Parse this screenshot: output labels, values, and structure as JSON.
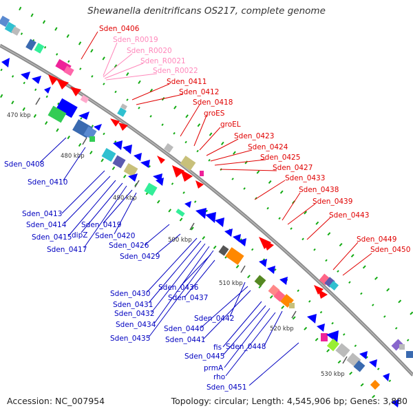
{
  "title": "Shewanella denitrificans OS217, complete genome",
  "accession": "Accession: NC_007954",
  "topology": "Topology: circular; Length: 4,545,906 bp; Genes: 3,880",
  "colors": {
    "backbone": "#8a8a8a",
    "top_genes": "#ff0000",
    "bottom_genes": "#0000ff",
    "top_labels": "#e00000",
    "rna_labels": "#ff88bb",
    "bottom_labels": "#0000c0",
    "ticks": "#11aa11"
  },
  "ruler": [
    "470 kbp",
    "480 kbp",
    "490 kbp",
    "500 kbp",
    "510 kbp",
    "520 kbp",
    "530 kbp"
  ],
  "top_labels": [
    "Sden_0406",
    "Sden_R0019",
    "Sden_R0020",
    "Sden_R0021",
    "Sden_R0022",
    "Sden_0411",
    "Sden_0412",
    "Sden_0418",
    "groES",
    "groEL",
    "Sden_0423",
    "Sden_0424",
    "Sden_0425",
    "Sden_0427",
    "Sden_0433",
    "Sden_0438",
    "Sden_0439",
    "Sden_0443",
    "Sden_0449",
    "Sden_0450"
  ],
  "bottom_labels": [
    "Sden_0408",
    "Sden_0410",
    "Sden_0413",
    "Sden_0414",
    "Sden_0415",
    "dipZ",
    "Sden_0417",
    "Sden_0419",
    "Sden_0420",
    "Sden_0426",
    "Sden_0429",
    "Sden_0430",
    "Sden_0436",
    "Sden_0431",
    "Sden_0437",
    "Sden_0432",
    "Sden_0434",
    "Sden_0442",
    "Sden_0435",
    "Sden_0440",
    "Sden_0441",
    "fis",
    "Sden_0448",
    "Sden_0445",
    "prmA",
    "rho",
    "Sden_0451"
  ]
}
